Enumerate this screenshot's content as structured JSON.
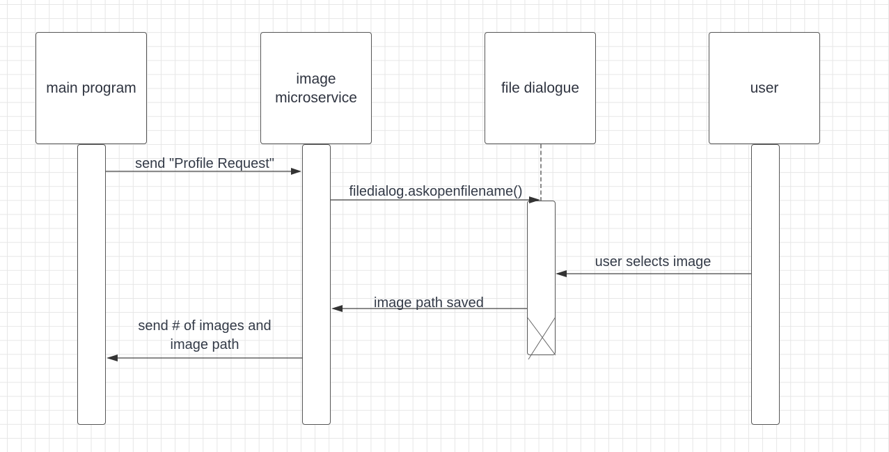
{
  "participants": {
    "main": "main program",
    "image_service": "image\nmicroservice",
    "file_dialogue": "file dialogue",
    "user": "user"
  },
  "messages": {
    "m1": "send \"Profile Request\"",
    "m2": "filedialog.askopenfilename()",
    "m3": "user selects image",
    "m4": "image path saved",
    "m5_line1": "send # of images and",
    "m5_line2": "image path"
  }
}
